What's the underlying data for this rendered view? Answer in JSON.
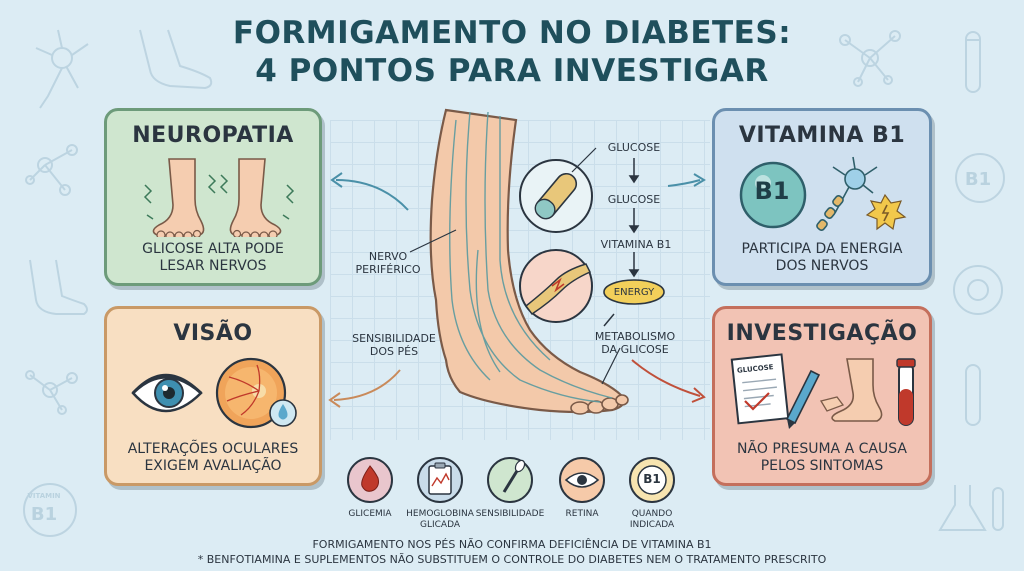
{
  "title": {
    "line1": "FORMIGAMENTO NO DIABETES:",
    "line2": "4 PONTOS PARA INVESTIGAR"
  },
  "panels": {
    "neuropatia": {
      "title": "NEUROPATIA",
      "desc1": "GLICOSE ALTA PODE",
      "desc2": "LESAR NERVOS",
      "color": "#cfe6cf"
    },
    "vitamina": {
      "title": "VITAMINA B1",
      "desc1": "PARTICIPA DA ENERGIA",
      "desc2": "DOS NERVOS",
      "badge": "B1",
      "color": "#cfe0ef"
    },
    "visao": {
      "title": "VISÃO",
      "desc1": "ALTERAÇÕES OCULARES",
      "desc2": "EXIGEM AVALIAÇÃO",
      "color": "#f8dfc2"
    },
    "investigacao": {
      "title": "INVESTIGAÇÃO",
      "desc1": "NÃO PRESUMA A CAUSA",
      "desc2": "PELOS SINTOMAS",
      "doc_label": "GLUCOSE",
      "color": "#f2c3b4"
    }
  },
  "center": {
    "nervo_1": "NERVO",
    "nervo_2": "PERIFÉRICO",
    "sens_1": "SENSIBILIDADE",
    "sens_2": "DOS PÉS",
    "glucose_top": "GLUCOSE",
    "glucose_mid": "GLUCOSE",
    "vitamina_b1": "VITAMINA B1",
    "energy": "ENERGY",
    "metab_1": "METABOLISMO",
    "metab_2": "DA GLICOSE"
  },
  "icons": [
    {
      "label1": "GLICEMIA",
      "label2": "",
      "name": "blood-drop-icon",
      "bg": "#e9c6cd"
    },
    {
      "label1": "HEMOGLOBINA",
      "label2": "GLICADA",
      "name": "clipboard-chart-icon",
      "bg": "#c9dcea"
    },
    {
      "label1": "SENSIBILIDADE",
      "label2": "",
      "name": "monofilament-icon",
      "bg": "#cfe6cf"
    },
    {
      "label1": "RETINA",
      "label2": "",
      "name": "eye-icon",
      "bg": "#f6caa9"
    },
    {
      "label1": "QUANDO",
      "label2": "INDICADA",
      "name": "vitamin-b1-icon",
      "badge": "B1",
      "bg": "#f7e4b0"
    }
  ],
  "footer": {
    "line1": "FORMIGAMENTO NOS PÉS NÃO CONFIRMA DEFICIÊNCIA DE VITAMINA B1",
    "line2": "* BENFOTIAMINA E SUPLEMENTOS NÃO SUBSTITUEM O CONTROLE DO DIABETES NEM O TRATAMENTO PRESCRITO"
  },
  "decor": {
    "vitamin_word": "VITAMIN",
    "b1": "B1"
  }
}
